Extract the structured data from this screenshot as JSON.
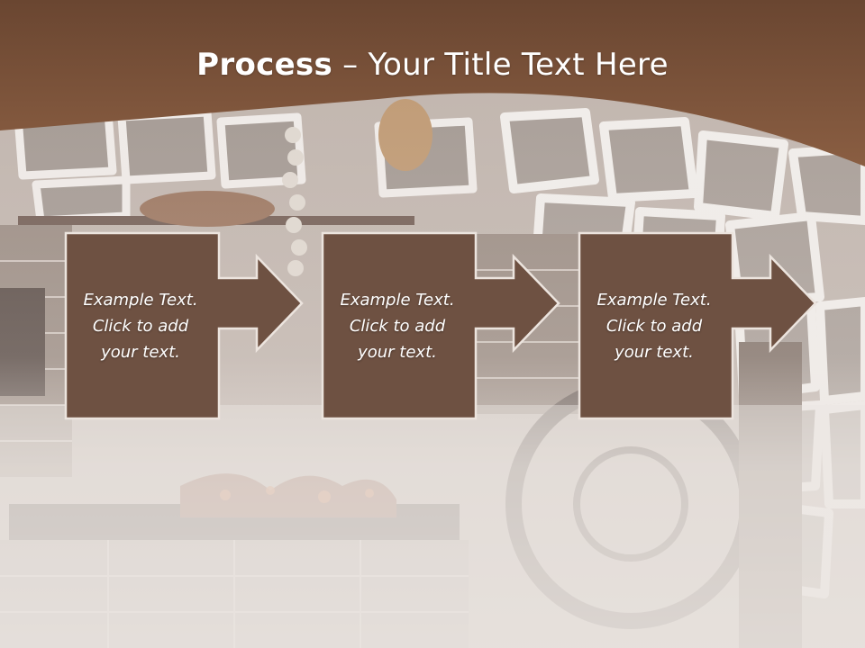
{
  "slide": {
    "title_bold": "Process",
    "title_rest": " – Your Title Text Here",
    "colors": {
      "header_brown": "#6b4a34",
      "box_fill": "#6e5142",
      "box_stroke": "#ece4de",
      "text": "#ffffff"
    },
    "steps": [
      {
        "text": "Example Text. Click  to add your text."
      },
      {
        "text": "Example Text. Click  to add your text."
      },
      {
        "text": "Example Text. Click  to add your text."
      }
    ]
  }
}
